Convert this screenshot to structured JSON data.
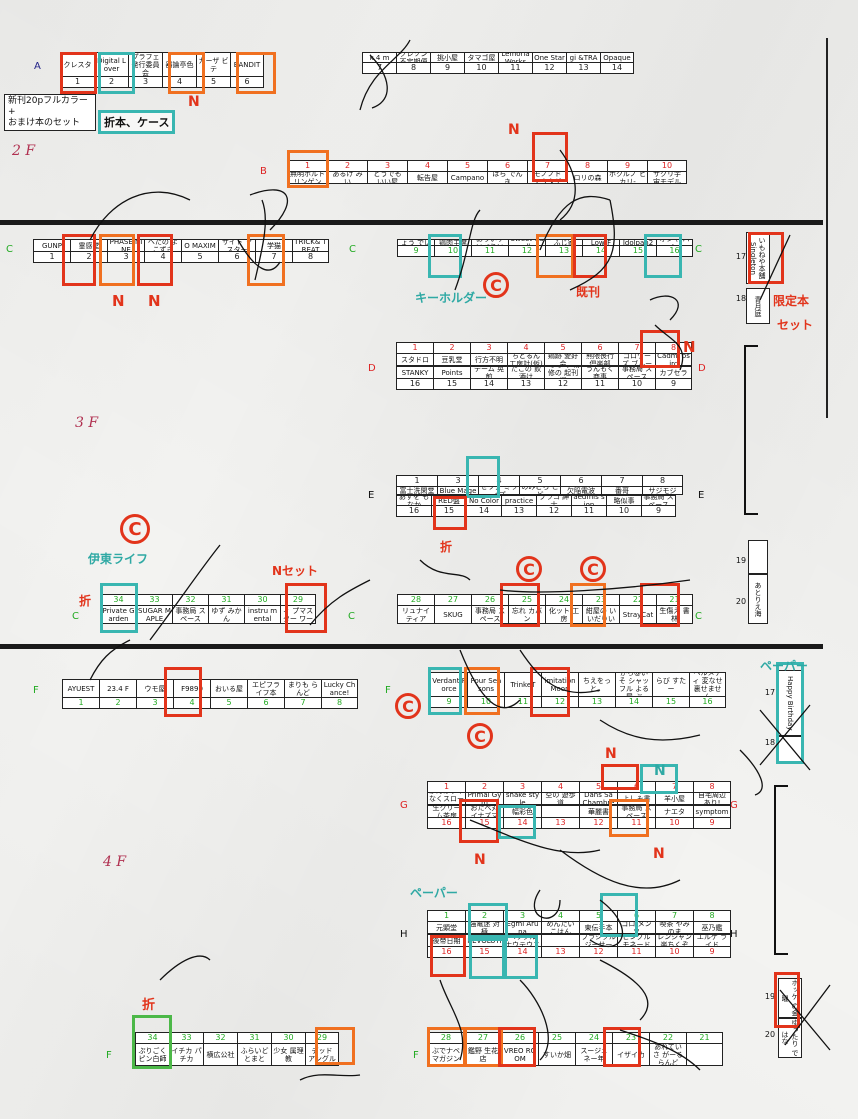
{
  "floors": {
    "f2": "2 F",
    "f3": "3 F",
    "f4": "4 F"
  },
  "row_letters": {
    "A": "A",
    "B": "B",
    "C": "C",
    "D": "D",
    "E": "E",
    "F": "F",
    "G": "G",
    "H": "H"
  },
  "note": {
    "line1": "新刊20pフルカラー+",
    "line2": "おまけ本のセット"
  },
  "row_A_left": [
    {
      "name": "クレスタ",
      "num": "1"
    },
    {
      "name": "Digital Lover",
      "num": "2"
    },
    {
      "name": "プラフェ 発行委員会",
      "num": "3"
    },
    {
      "name": "器論亭色",
      "num": "4"
    },
    {
      "name": "カーザ ビテ",
      "num": "5"
    },
    {
      "name": "BANDIT",
      "num": "6"
    }
  ],
  "row_A_right": [
    {
      "name": "k 4 m",
      "num": "7"
    },
    {
      "name": "クレソン 不定期便",
      "num": "8"
    },
    {
      "name": "挑小屋",
      "num": "9"
    },
    {
      "name": "タマゴ屋",
      "num": "10"
    },
    {
      "name": "Lemoria Works",
      "num": "11"
    },
    {
      "name": "One Star",
      "num": "12"
    },
    {
      "name": "kurousagi &TRAP",
      "num": "13"
    },
    {
      "name": "Opaque",
      "num": "14"
    }
  ],
  "row_B": [
    {
      "name": "無明ホルト リンゲン",
      "num": "1"
    },
    {
      "name": "あるけ みい",
      "num": "2"
    },
    {
      "name": "どうでも いい屋",
      "num": "3"
    },
    {
      "name": "転告屋",
      "num": "4"
    },
    {
      "name": "Campano",
      "num": "5"
    },
    {
      "name": "ばら でんき",
      "num": "6"
    },
    {
      "name": "モノノド ノウタゲ",
      "num": "7"
    },
    {
      "name": "ロリの森",
      "num": "8"
    },
    {
      "name": "ホクルノ ヒカリ-",
      "num": "9"
    },
    {
      "name": "サクリ宇 宙モデル",
      "num": "10"
    }
  ],
  "row_C_left": [
    {
      "name": "GUNP",
      "num": "1"
    },
    {
      "name": "霊感堂",
      "num": "2"
    },
    {
      "name": "PHASE NINE",
      "num": "3"
    },
    {
      "name": "へたの よこずき",
      "num": "4"
    },
    {
      "name": "MASULAO MAXIMUM",
      "num": "5"
    },
    {
      "name": "サイト マスター",
      "num": "6"
    },
    {
      "name": "学猫",
      "num": "7"
    },
    {
      "name": "TRICK& TREAT",
      "num": "8"
    }
  ],
  "row_C_right": [
    {
      "name": "みなんちょう でいすか",
      "num": "9"
    },
    {
      "name": "鶏肉主席",
      "num": "10"
    },
    {
      "name": "ありいす いべりい",
      "num": "11"
    },
    {
      "name": "Sweet Candle",
      "num": "12"
    },
    {
      "name": "ふじ家",
      "num": "13"
    },
    {
      "name": "Low-F",
      "num": "14"
    },
    {
      "name": "Idolpan2",
      "num": "15"
    },
    {
      "name": "オシャ パン",
      "num": "16"
    }
  ],
  "row_17_18": [
    {
      "name": "いもねや本舗 Singleton",
      "num": "17"
    },
    {
      "name": "青月庭",
      "num": "18"
    }
  ],
  "row_D_top": [
    {
      "name": "スタドロ",
      "num": "1"
    },
    {
      "name": "豆乳堂",
      "num": "2"
    },
    {
      "name": "行方不明",
      "num": "3"
    },
    {
      "name": "ちどるん 工房計(仮)",
      "num": "4"
    },
    {
      "name": "鶏跡 愛好会",
      "num": "5"
    },
    {
      "name": "熊隈喪行 倶楽部",
      "num": "6"
    },
    {
      "name": "ゴロワーズ ブルー",
      "num": "7"
    },
    {
      "name": "Cadmi psirc",
      "num": "8"
    }
  ],
  "row_D_bottom": [
    {
      "name": "STANKY",
      "num": "16"
    },
    {
      "name": "Points",
      "num": "15"
    },
    {
      "name": "テーム 晃煎",
      "num": "14"
    },
    {
      "name": "たこの 飲酒け",
      "num": "13"
    },
    {
      "name": "\"ぷぷの 精修の 起刊場",
      "num": "12"
    },
    {
      "name": "うんもく 商事",
      "num": "11"
    },
    {
      "name": "事務局 スペース",
      "num": "10"
    },
    {
      "name": "カブセラ",
      "num": "9"
    }
  ],
  "row_E_top": [
    {
      "name": "富士洗閑堂",
      "num": "1"
    },
    {
      "name": "Blue Mage",
      "num": "3"
    },
    {
      "name": "セワタ ミライズ",
      "num": "4"
    },
    {
      "name": "のみどら こーどー",
      "num": "5"
    },
    {
      "name": "欠陥電波",
      "num": "6"
    },
    {
      "name": "番哥",
      "num": "7"
    },
    {
      "name": "サジモジ",
      "num": "8"
    }
  ],
  "row_E_bottom": [
    {
      "name": "あすを もなか",
      "num": "16"
    },
    {
      "name": "RED盤",
      "num": "15"
    },
    {
      "name": "No Color",
      "num": "14"
    },
    {
      "name": "practice",
      "num": "13"
    },
    {
      "name": "プラコ 紳士",
      "num": "12"
    },
    {
      "name": "aedmis sion",
      "num": "11"
    },
    {
      "name": "略似事",
      "num": "10"
    },
    {
      "name": "事務局 スペース",
      "num": "9"
    }
  ],
  "row_C3_left": [
    {
      "name": "Private Garden",
      "num": "34"
    },
    {
      "name": "SUGAR MAPLE",
      "num": "33"
    },
    {
      "name": "事務局 スペース",
      "num": "32"
    },
    {
      "name": "ゆず みかん",
      "num": "31"
    },
    {
      "name": "instru mental",
      "num": "30"
    },
    {
      "name": "ダンタティ プマスター ワークス",
      "num": "29"
    }
  ],
  "row_C3_right": [
    {
      "name": "リュナイ ティア",
      "num": "28"
    },
    {
      "name": "SKUG",
      "num": "27"
    },
    {
      "name": "事務局 スペース",
      "num": "26"
    },
    {
      "name": "忘れ カバン",
      "num": "25"
    },
    {
      "name": "化ット 工房",
      "num": "24"
    },
    {
      "name": "紺屋の いいだりい",
      "num": "23"
    },
    {
      "name": "StrayCat",
      "num": "22"
    },
    {
      "name": "生傷え 書林",
      "num": "21"
    }
  ],
  "row_19_20": [
    {
      "name": "",
      "num": "19"
    },
    {
      "name": "あとりえ海",
      "num": "20"
    }
  ],
  "row_F_left": [
    {
      "name": "AYUEST",
      "num": "1"
    },
    {
      "name": "23.4 F",
      "num": "2"
    },
    {
      "name": "ウモ屋",
      "num": "3"
    },
    {
      "name": "F9890",
      "num": "4"
    },
    {
      "name": "おいる屋",
      "num": "5"
    },
    {
      "name": "エピフラ イフ本",
      "num": "6"
    },
    {
      "name": "まりも らんど",
      "num": "7"
    },
    {
      "name": "Lucky Chance!",
      "num": "8"
    }
  ],
  "row_F_right": [
    {
      "name": "Verdant Force",
      "num": "9"
    },
    {
      "name": "Four Seasons",
      "num": "10"
    },
    {
      "name": "TrinkeT",
      "num": "11"
    },
    {
      "name": "imitation Moon",
      "num": "12"
    },
    {
      "name": "ちえをっ と。",
      "num": "13"
    },
    {
      "name": "かち@いそ シャッフル よる屋 ぶ",
      "num": "14"
    },
    {
      "name": "らび すたー",
      "num": "15"
    },
    {
      "name": "ヘルメティ 変なせ 裏せません",
      "num": "16"
    }
  ],
  "row_17_18_F": [
    {
      "name": "Happy Birthday",
      "num": "17"
    },
    {
      "name": "",
      "num": "18"
    }
  ],
  "row_G_top": [
    {
      "name": "かんぱすや なくスロース",
      "num": "1"
    },
    {
      "name": "Primal Gym",
      "num": "2"
    },
    {
      "name": "shake style",
      "num": "3"
    },
    {
      "name": "空の 遊歩道",
      "num": "4"
    },
    {
      "name": "Dans Sa Chambre",
      "num": "5"
    },
    {
      "name": "よしみ書",
      "num": "6"
    },
    {
      "name": "羊小屋",
      "num": "7"
    },
    {
      "name": "自宅周辺 あり!",
      "num": "8"
    }
  ],
  "row_G_bottom": [
    {
      "name": "生クリー ム茶房",
      "num": "16"
    },
    {
      "name": "おたべ丸 イナズマ",
      "num": "15"
    },
    {
      "name": "幅彩色",
      "num": "14"
    },
    {
      "name": "",
      "num": "13"
    },
    {
      "name": "華麗書",
      "num": "12"
    },
    {
      "name": "事務局 スペース",
      "num": "11"
    },
    {
      "name": "ナエタ",
      "num": "10"
    },
    {
      "name": "symptom",
      "num": "9"
    }
  ],
  "row_H_top": [
    {
      "name": "元顕堂",
      "num": "1"
    },
    {
      "name": "強電迷 対極",
      "num": "2"
    },
    {
      "name": "Egmi Aruna",
      "num": "3"
    },
    {
      "name": "めんたい こはん",
      "num": "4"
    },
    {
      "name": "東伝手本",
      "num": "5"
    },
    {
      "name": "ゴロ メンソ",
      "num": "6"
    },
    {
      "name": "喫茶 やみのま",
      "num": "7"
    },
    {
      "name": "巫乃鑑",
      "num": "8"
    }
  ],
  "row_H_bottom": [
    {
      "name": "後帝日期",
      "num": "16"
    },
    {
      "name": "CROITIS REVOLUTI ON",
      "num": "15"
    },
    {
      "name": "ヘックル ナウテウス",
      "num": "14"
    },
    {
      "name": "",
      "num": "13"
    },
    {
      "name": "ブラシクル ジーサー",
      "num": "12"
    },
    {
      "name": "ピングル モネード",
      "num": "11"
    },
    {
      "name": "レンジャン 楽ちくぞ",
      "num": "10"
    },
    {
      "name": "エルゲ ライド",
      "num": "9"
    }
  ],
  "row_19_H": [
    {
      "name": "ホッケ の金曜",
      "num": "19"
    },
    {
      "name": "ゆったり ではな",
      "num": "20"
    }
  ],
  "row_F2_left": [
    {
      "name": "ぷりごく ピン白師",
      "num": "34"
    },
    {
      "name": "イチカ パチカ",
      "num": "33"
    },
    {
      "name": "横広公社",
      "num": "32"
    },
    {
      "name": "ふらいど とまと",
      "num": "31"
    },
    {
      "name": "少女 属理教",
      "num": "30"
    },
    {
      "name": "デッド アングル",
      "num": "29"
    }
  ],
  "row_F2_right": [
    {
      "name": "ぶでナベ マガジン",
      "num": "28"
    },
    {
      "name": "鑑野 生花店",
      "num": "27"
    },
    {
      "name": "VREO ROOM",
      "num": "26"
    },
    {
      "name": "すいか畑",
      "num": "25"
    },
    {
      "name": "スージュ ネー年",
      "num": "24"
    },
    {
      "name": "イザイカ",
      "num": "23"
    },
    {
      "name": "あれていさ がーるらんど",
      "num": "22"
    },
    {
      "name": "",
      "num": "21"
    }
  ],
  "annotations": {
    "orikaesu_case": "折本、ケース",
    "n": "N",
    "c": "C",
    "keyholder": "キーホルダー",
    "kikan": "既刊",
    "gentei_set_1": "限定本",
    "gentei_set_2": "セット",
    "ori": "折",
    "ito_life": "伊東ライフ",
    "n_set": "Nセット",
    "paper": "ペーパー"
  },
  "colors": {
    "red": "#e2341b",
    "orange": "#f07020",
    "teal": "#39b6b1",
    "green": "#4cb848"
  }
}
